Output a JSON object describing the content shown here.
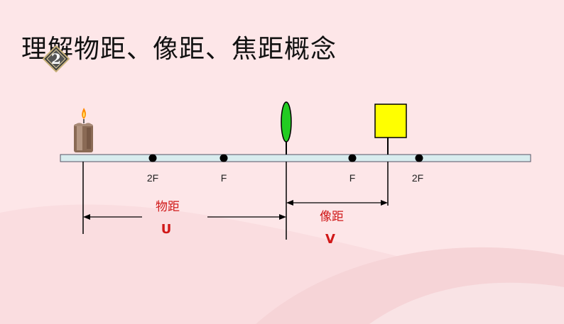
{
  "slide": {
    "title": "理解物距、像距、焦距概念",
    "badge_number": "2"
  },
  "diagram": {
    "point_labels": [
      "2F",
      "F",
      "F",
      "2F"
    ],
    "object_distance_label": "物距",
    "object_distance_symbol": "U",
    "image_distance_label": "像距",
    "image_distance_symbol": "V"
  },
  "colors": {
    "background": "#fde6e8",
    "rail": "#d8ecee",
    "lens": "#22cc22",
    "image": "#ffff00",
    "label_red": "#d01818"
  }
}
